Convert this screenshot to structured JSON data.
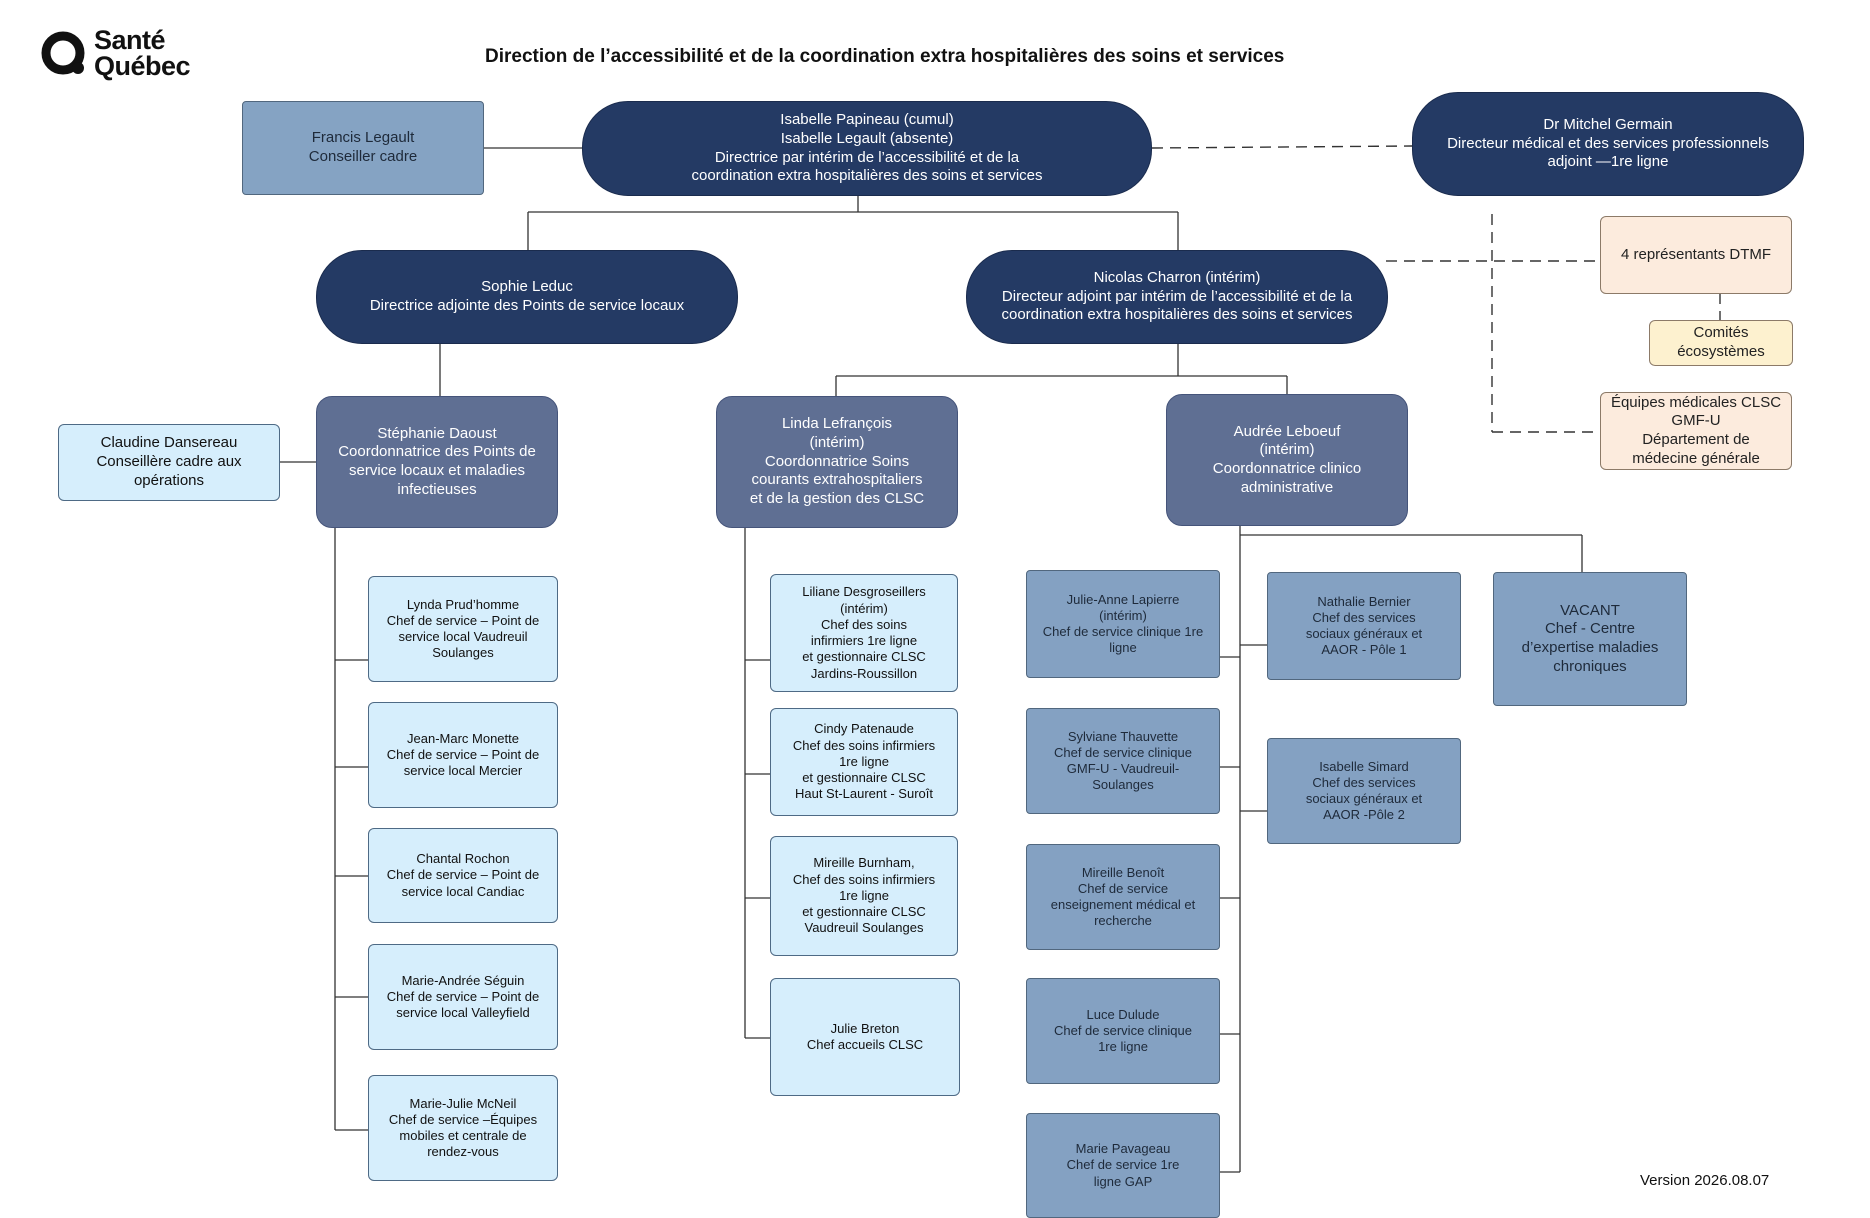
{
  "header": {
    "logo_line1": "Santé",
    "logo_line2": "Québec",
    "title": "Direction de l’accessibilité et de la coordination extra hospitalières des soins et services"
  },
  "version": "Version 2026.08.07",
  "colors": {
    "navy": "#243a64",
    "slate": "#5f6f93",
    "steel": "#84a1c2",
    "light_blue": "#d6eefc",
    "peach": "#fcebdd",
    "cream": "#fdf1cf"
  },
  "boxes": {
    "francis": [
      "Francis Legault",
      "Conseiller cadre"
    ],
    "director": [
      "Isabelle Papineau (cumul)",
      "Isabelle Legault (absente)",
      "Directrice par intérim de l’accessibilité et de la",
      "coordination extra hospitalières des soins et services"
    ],
    "mitchel": [
      "Dr Mitchel Germain",
      "Directeur médical et des services professionnels",
      "adjoint —1re ligne"
    ],
    "dtmf": [
      "4 représentants DTMF"
    ],
    "comites": [
      "Comités",
      "écosystèmes"
    ],
    "equipes": [
      "Équipes médicales CLSC",
      "GMF-U",
      "Département de",
      "médecine générale"
    ],
    "sophie": [
      "Sophie Leduc",
      "Directrice adjointe des Points de service locaux"
    ],
    "nicolas": [
      "Nicolas Charron (intérim)",
      "Directeur adjoint par intérim de l’accessibilité et de la",
      "coordination extra hospitalières des soins et services"
    ],
    "claudine": [
      "Claudine Dansereau",
      "Conseillère cadre aux",
      "opérations"
    ],
    "stephanie": [
      "Stéphanie Daoust",
      "Coordonnatrice des Points de",
      "service locaux et maladies",
      "infectieuses"
    ],
    "linda": [
      "Linda Lefrançois",
      "(intérim)",
      "Coordonnatrice Soins",
      "courants extrahospitaliers",
      "et de la gestion des CLSC"
    ],
    "audree": [
      "Audrée Leboeuf",
      "(intérim)",
      "Coordonnatrice clinico",
      "administrative"
    ],
    "lynda": [
      "Lynda Prud’homme",
      "Chef de service – Point de",
      "service local Vaudreuil",
      "Soulanges"
    ],
    "jeanmarc": [
      "Jean-Marc Monette",
      "Chef de service – Point de",
      "service local Mercier"
    ],
    "chantal": [
      "Chantal Rochon",
      "Chef de service – Point de",
      "service local Candiac"
    ],
    "marieandree": [
      "Marie-Andrée Séguin",
      "Chef de service – Point de",
      "service local Valleyfield"
    ],
    "mariejulie": [
      "Marie-Julie McNeil",
      "Chef de service –Équipes",
      "mobiles et centrale de",
      "rendez-vous"
    ],
    "liliane": [
      "Liliane Desgroseillers",
      "(intérim)",
      "Chef des soins",
      "infirmiers 1re ligne",
      "et gestionnaire CLSC",
      "Jardins-Roussillon"
    ],
    "cindy": [
      "Cindy Patenaude",
      "Chef des soins infirmiers",
      "1re ligne",
      "et gestionnaire CLSC",
      "Haut St-Laurent - Suroît"
    ],
    "mireilleb": [
      "Mireille Burnham,",
      "Chef des soins infirmiers",
      "1re ligne",
      "et gestionnaire CLSC",
      "Vaudreuil Soulanges"
    ],
    "julieb": [
      "Julie Breton",
      "Chef accueils CLSC"
    ],
    "julieanne": [
      "Julie-Anne Lapierre",
      "(intérim)",
      "Chef de service clinique 1re",
      "ligne"
    ],
    "sylviane": [
      "Sylviane Thauvette",
      "Chef de service clinique",
      "GMF-U - Vaudreuil-",
      "Soulanges"
    ],
    "mireillebe": [
      "Mireille Benoît",
      "Chef de service",
      "enseignement médical et",
      "recherche"
    ],
    "luce": [
      "Luce Dulude",
      "Chef de service clinique",
      "1re ligne"
    ],
    "marie": [
      "Marie Pavageau",
      "Chef de service 1re",
      "ligne GAP"
    ],
    "nathalie": [
      "Nathalie Bernier",
      "Chef des services",
      "sociaux généraux et",
      "AAOR - Pôle 1"
    ],
    "isabelles": [
      "Isabelle Simard",
      "Chef des services",
      "sociaux généraux et",
      "AAOR -Pôle 2"
    ],
    "vacant": [
      "VACANT",
      "Chef - Centre",
      "d’expertise maladies",
      "chroniques"
    ]
  }
}
